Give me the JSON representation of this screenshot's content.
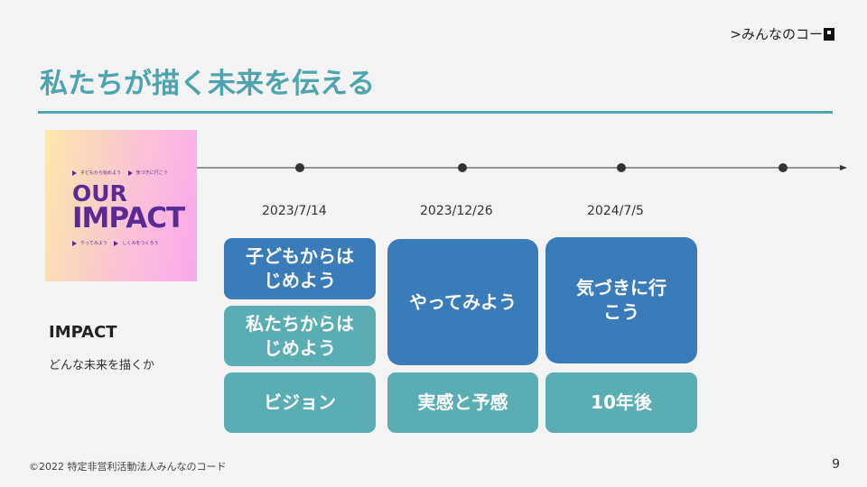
{
  "header": {
    "brand": ">みんなのコー"
  },
  "slide": {
    "title": "私たちが描く未来を伝える",
    "cover": {
      "line1": "子どもから始めよう",
      "line2": "気づきに行こう",
      "big1": "OUR",
      "big2": "IMPACT",
      "line3": "やってみよう",
      "line4": "しくみをつくろう"
    },
    "impact_title": "IMPACT",
    "impact_subtitle": "どんな未来を描くか",
    "dates": [
      "2023/7/14",
      "2023/12/26",
      "2024/7/5"
    ],
    "columns": [
      {
        "top_box": "子どもからは\nじめよう",
        "mid_box": "私たちからは\nじめよう",
        "bottom_box": "ビジョン"
      },
      {
        "main_box": "やってみよう",
        "bottom_box": "実感と予感"
      },
      {
        "main_box": "気づきに行\nこう",
        "bottom_box": "10年後"
      }
    ],
    "footer": "©2022 特定非営利活動法人みんなのコード",
    "page_number": "9"
  },
  "colors": {
    "accent": "#4fa5ad",
    "box_blue": "#3a7cb9",
    "box_teal": "#5aaeb3",
    "cover_purple": "#5a2b94"
  }
}
